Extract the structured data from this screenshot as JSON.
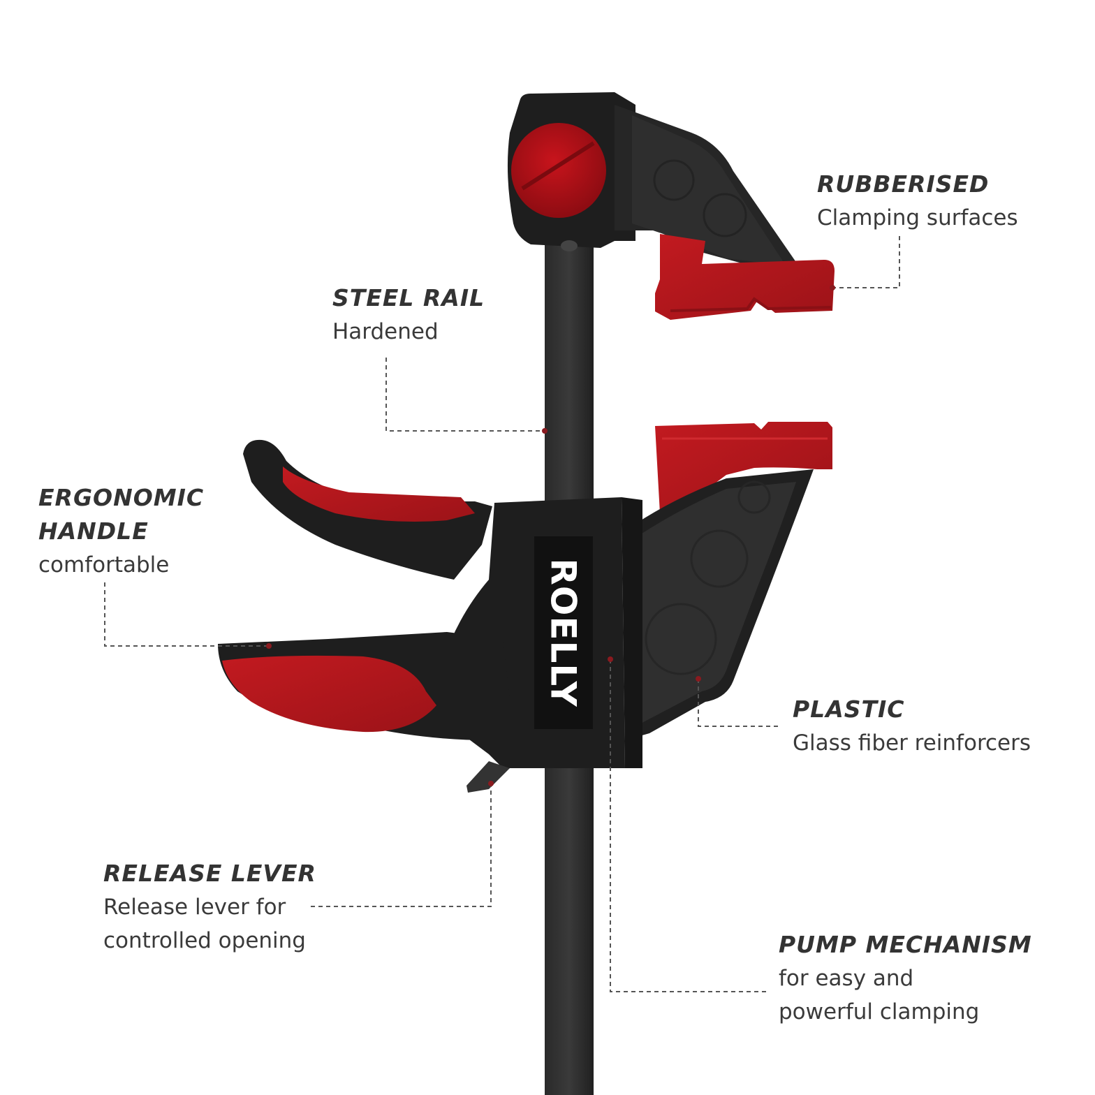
{
  "brand": "ROELLY",
  "colors": {
    "accent_red": "#b3141a",
    "body_black": "#1e1e1e",
    "text": "#333333",
    "leader": "#555555"
  },
  "callouts": {
    "rubberised": {
      "title": "RUBBERISED",
      "desc": [
        "Clamping surfaces"
      ]
    },
    "steel_rail": {
      "title": "STEEL RAIL",
      "desc": [
        "Hardened"
      ]
    },
    "ergonomic_handle": {
      "title": [
        "ERGONOMIC",
        "HANDLE"
      ],
      "desc": [
        "comfortable"
      ]
    },
    "plastic": {
      "title": "PLASTIC",
      "desc": [
        "Glass fiber reinforcers"
      ]
    },
    "release_lever": {
      "title": "RELEASE LEVER",
      "desc": [
        "Release lever for",
        "controlled opening"
      ]
    },
    "pump_mechanism": {
      "title": "PUMP MECHANISM",
      "desc": [
        "for easy and",
        "powerful clamping"
      ]
    }
  }
}
